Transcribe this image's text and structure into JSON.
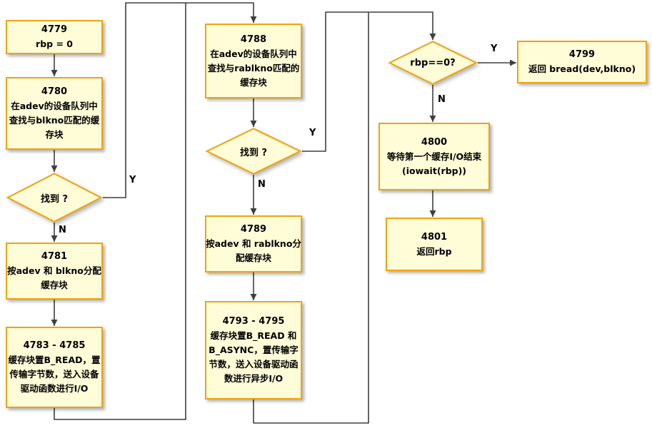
{
  "colors": {
    "node_fill": "#FFFCD8",
    "node_border": "#F0A30A",
    "connector": "#3F3F3F",
    "text": "#000000",
    "background": "#FFFFFF"
  },
  "nodes": {
    "b4779": {
      "title": "4779",
      "body": "rbp = 0"
    },
    "b4780": {
      "title": "4780",
      "body": "在adev的设备队列中\n查找与blkno匹配的缓\n存块"
    },
    "d_found_blkno": {
      "label": "找到 ?"
    },
    "b4781": {
      "title": "4781",
      "body": "按adev 和 blkno分配\n缓存块"
    },
    "b4783": {
      "title": "4783 - 4785",
      "body": "缓存块置B_READ，置\n传输字节数，送入设备\n驱动函数进行I/O"
    },
    "b4788": {
      "title": "4788",
      "body": "在adev的设备队列中\n查找与rablkno匹配的\n缓存块"
    },
    "d_found_rablkno": {
      "label": "找到 ?"
    },
    "b4789": {
      "title": "4789",
      "body": "按adev 和 rablkno分\n配缓存块"
    },
    "b4793": {
      "title": "4793 - 4795",
      "body": "缓存块置B_READ 和\nB_ASYNC，置传输字\n节数，送入设备驱动函\n数进行异步I/O"
    },
    "d_rbp_zero": {
      "label": "rbp==0?"
    },
    "b4799": {
      "title": "4799",
      "body": "返回 bread(dev,blkno)"
    },
    "b4800": {
      "title": "4800",
      "body": "等待第一个缓存I/O结束\n(iowait(rbp))"
    },
    "b4801": {
      "title": "4801",
      "body": "返回rbp"
    }
  },
  "edge_labels": {
    "found_blkno_yes": "Y",
    "found_blkno_no": "N",
    "found_rablkno_yes": "Y",
    "found_rablkno_no": "N",
    "rbp_zero_yes": "Y",
    "rbp_zero_no": "N"
  }
}
